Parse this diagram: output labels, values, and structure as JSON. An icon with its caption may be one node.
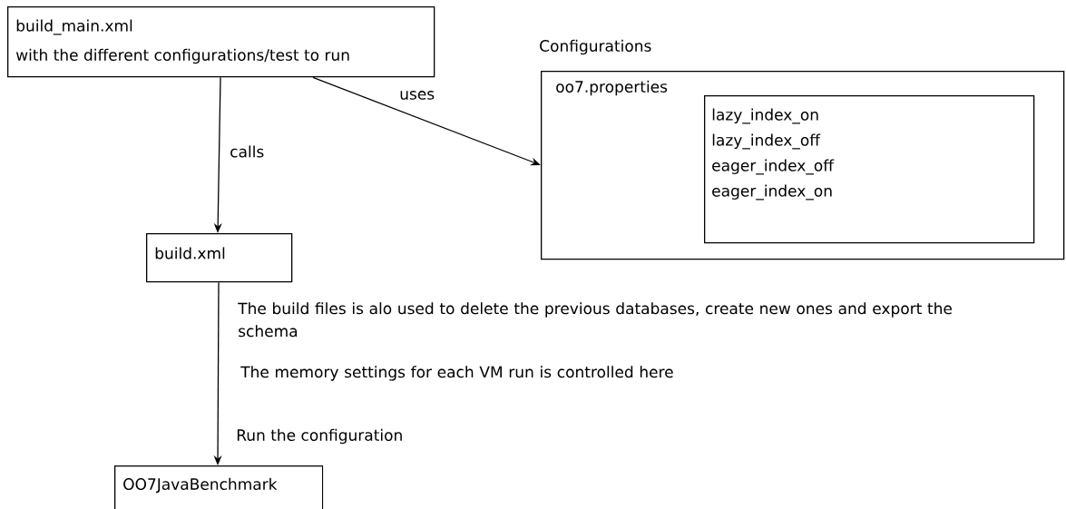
{
  "diagram": {
    "nodes": [
      {
        "text": [
          "build_main.xml",
          "with the different configurations/test to run"
        ]
      },
      {
        "text": [
          "Configurations",
          "oo7.properties"
        ]
      },
      {
        "text": [
          "lazy_index_on",
          "lazy_index_off",
          "eager_index_off",
          "eager_index_on"
        ],
        "in": 1
      },
      {
        "text": [
          "build.xml"
        ]
      },
      {
        "text": [
          "OO7JavaBenchmark"
        ]
      }
    ],
    "edges": [
      {
        "from": 0,
        "to": 3,
        "arrow": "to",
        "label": "calls"
      },
      {
        "from": 0,
        "to": 1,
        "arrow": "to",
        "label": "uses"
      },
      {
        "from": 3,
        "to": 4,
        "arrow": "to",
        "label": "Run the configuration"
      }
    ],
    "labels": [
      "The build files is alo used to delete the previous databases, create new ones and export the schema",
      "The memory settings for each VM run is controlled here"
    ]
  }
}
